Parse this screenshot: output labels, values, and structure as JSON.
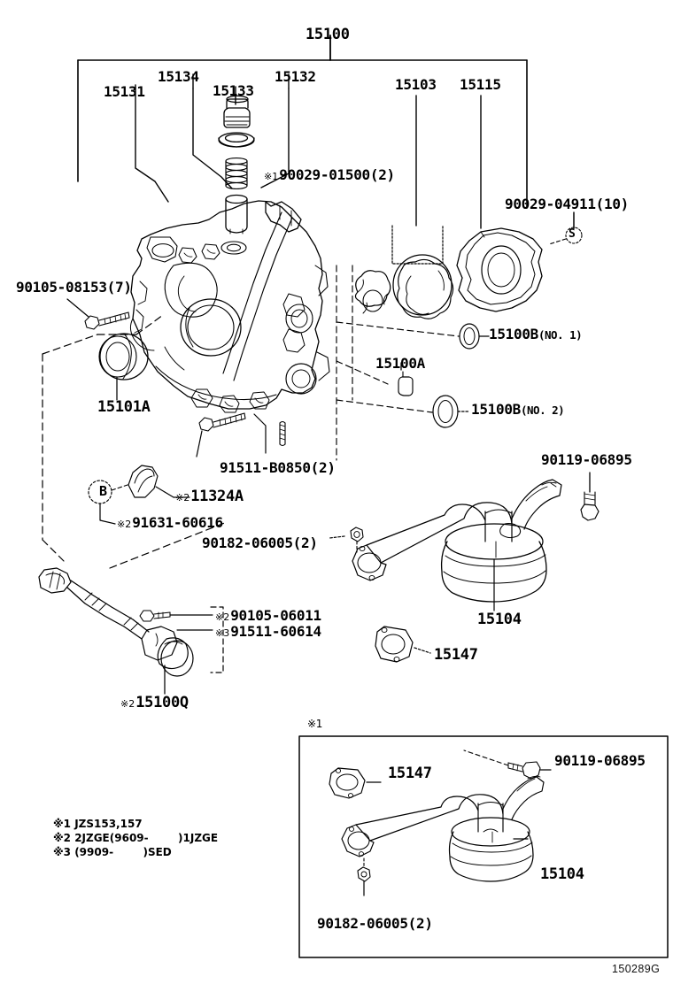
{
  "diagram": {
    "figure_code": "150289G",
    "inset_marker": "※1"
  },
  "callouts": {
    "main_assembly": "15100",
    "plunger": "15131",
    "gasket": "15134",
    "plug": "15133",
    "spring": "15132",
    "rotor_set": "15103",
    "pump_cover": "15115",
    "cover_bolt": "※1 90029-01500(2)",
    "cover_bolt_mark": "※1",
    "cover_bolt_num": "90029-01500(2)",
    "pump_bolt": "90029-04911(10)",
    "oring_no1": "15100B",
    "oring_no1_sub": "(NO. 1)",
    "oring_no2": "15100B",
    "oring_no2_sub": "(NO. 2)",
    "pin": "15100A",
    "seal_bolt": "90105-08153(7)",
    "front_seal": "15101A",
    "stud_bolt": "91511-B0850(2)",
    "clamp_mark": "※2",
    "clamp": "11324A",
    "clamp_bolt_mark": "※2",
    "clamp_bolt": "91631-60616",
    "strainer_nut": "90182-06005(2)",
    "strainer_bolt": "90119-06895",
    "strainer": "15104",
    "strainer_gasket": "15147",
    "sender_bolt_mark": "※2",
    "sender_bolt": "90105-06011",
    "sender_screw_mark": "※3",
    "sender_screw": "91511-60614",
    "sender_mark": "※2",
    "sender": "15100Q",
    "marker_b": "B",
    "marker_s": "S"
  },
  "inset": {
    "marker": "※1",
    "gasket": "15147",
    "bolt": "90119-06895",
    "strainer": "15104",
    "nut": "90182-06005(2)"
  },
  "footnotes": [
    "※1 JZS153,157",
    "※2 2JZGE(9609-        )1JZGE",
    "※3 (9909-        )SED"
  ],
  "colors": {
    "line": "#000000",
    "background": "#ffffff"
  }
}
